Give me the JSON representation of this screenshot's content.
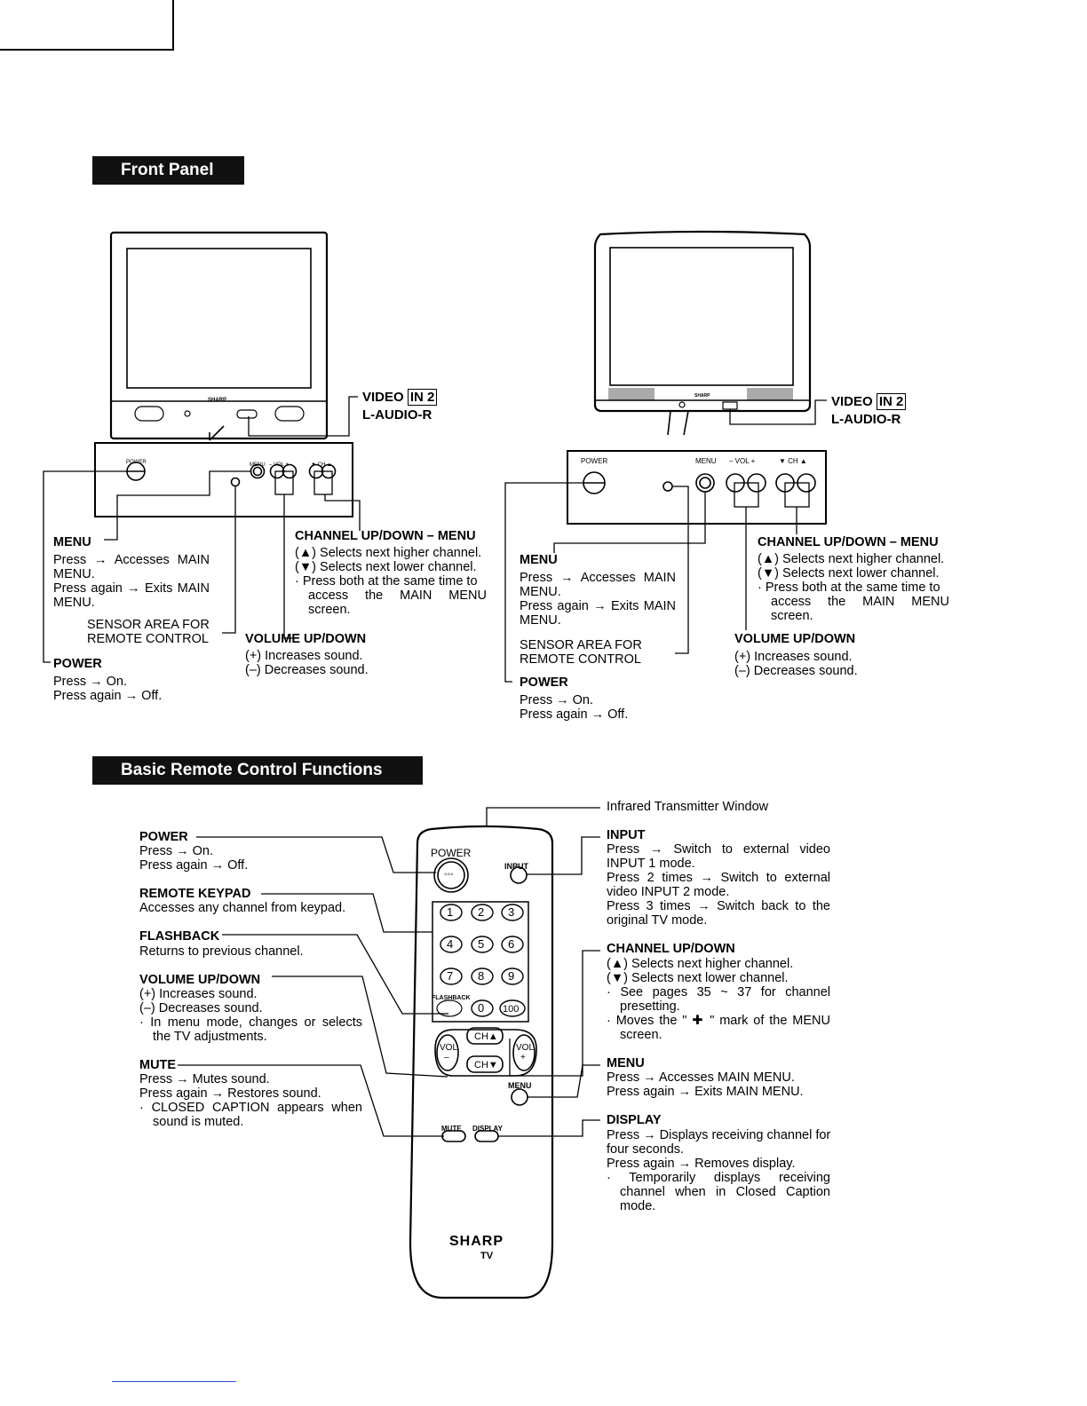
{
  "sections": {
    "front_panel": "Front Panel",
    "remote": "Basic Remote Control Functions"
  },
  "tv": {
    "brand": "SHARP",
    "panel_power": "POWER",
    "panel_menu": "MENU",
    "panel_vol": "–  VOL  +",
    "panel_ch": "▼  CH  ▲",
    "video_label": "VIDEO",
    "video_in": "IN 2",
    "audio_label": "L-AUDIO-R"
  },
  "left_tv": {
    "menu": {
      "title": "MENU",
      "lines": [
        "Press → Accesses MAIN",
        "MENU.",
        "Press again → Exits MAIN",
        "MENU."
      ]
    },
    "sensor": [
      "SENSOR AREA FOR",
      "REMOTE CONTROL"
    ],
    "power": {
      "title": "POWER",
      "lines": [
        "Press → On.",
        "Press again → Off."
      ]
    },
    "channel": {
      "title": "CHANNEL UP/DOWN – MENU",
      "up": "(▲) Selects next higher channel.",
      "down": "(▼) Selects next lower channel.",
      "bullet": [
        "·  Press both at the same time to",
        "access the MAIN MENU",
        "screen."
      ]
    },
    "volume": {
      "title": "VOLUME UP/DOWN",
      "lines": [
        "(+) Increases sound.",
        "(–) Decreases sound."
      ]
    }
  },
  "right_tv": {
    "menu": {
      "title": "MENU",
      "lines": [
        "Press → Accesses MAIN",
        "MENU.",
        "Press again → Exits MAIN",
        "MENU."
      ]
    },
    "sensor": [
      "SENSOR AREA FOR",
      "REMOTE CONTROL"
    ],
    "power": {
      "title": "POWER",
      "lines": [
        "Press → On.",
        "Press again → Off."
      ]
    },
    "channel": {
      "title": "CHANNEL UP/DOWN – MENU",
      "up": "(▲) Selects next higher channel.",
      "down": "(▼) Selects next lower channel.",
      "bullet": [
        "·  Press both at the same time to",
        "access the MAIN MENU",
        "screen."
      ]
    },
    "volume": {
      "title": "VOLUME UP/DOWN",
      "lines": [
        "(+) Increases sound.",
        "(–) Decreases sound."
      ]
    }
  },
  "remote": {
    "brand": "SHARP",
    "brand_sub": "TV",
    "btn_power": "POWER",
    "btn_input": "INPUT",
    "keys": [
      "1",
      "2",
      "3",
      "4",
      "5",
      "6",
      "7",
      "8",
      "9",
      "0",
      "100"
    ],
    "btn_flashback": "FLASHBACK",
    "btn_vol": "VOL",
    "btn_vol_minus": "–",
    "btn_vol_plus": "+",
    "btn_ch_up": "CH▲",
    "btn_ch_down": "CH▼",
    "btn_menu": "MENU",
    "btn_mute": "MUTE",
    "btn_display": "DISPLAY"
  },
  "remote_left": {
    "power": {
      "title": "POWER",
      "lines": [
        "Press → On.",
        "Press again → Off."
      ]
    },
    "keypad": {
      "title": "REMOTE KEYPAD",
      "lines": [
        "Accesses any channel from keypad."
      ]
    },
    "flashback": {
      "title": "FLASHBACK",
      "lines": [
        "Returns to previous channel."
      ]
    },
    "volume": {
      "title": "VOLUME UP/DOWN",
      "lines": [
        "(+) Increases sound.",
        "(–) Decreases sound."
      ],
      "bullet": [
        "·  In menu mode, changes or selects",
        "the TV adjustments."
      ]
    },
    "mute": {
      "title": "MUTE",
      "lines": [
        "Press → Mutes sound.",
        "Press again → Restores sound."
      ],
      "bullet": [
        "·  CLOSED CAPTION appears when",
        "sound is muted."
      ]
    }
  },
  "remote_right": {
    "infrared": "Infrared Transmitter Window",
    "input": {
      "title": "INPUT",
      "lines": [
        "Press → Switch to external video",
        "INPUT 1 mode.",
        "Press 2 times → Switch to external",
        "video INPUT 2 mode.",
        "Press 3 times → Switch back to the",
        "original TV mode."
      ]
    },
    "channel": {
      "title": "CHANNEL UP/DOWN",
      "up": "(▲) Selects next higher channel.",
      "down": "(▼) Selects next lower channel.",
      "bullet1": [
        "·  See pages 35 ~ 37 for channel",
        "presetting."
      ],
      "bullet2": [
        "·  Moves the \" ✚ \" mark of the MENU",
        "screen."
      ]
    },
    "menu": {
      "title": "MENU",
      "lines": [
        "Press → Accesses MAIN MENU.",
        "Press again → Exits MAIN MENU."
      ]
    },
    "display": {
      "title": "DISPLAY",
      "lines": [
        "Press → Displays receiving channel for",
        "four seconds.",
        "Press again → Removes display."
      ],
      "bullet": [
        "·  Temporarily displays receiving",
        "channel when in Closed Caption",
        "mode."
      ]
    }
  }
}
